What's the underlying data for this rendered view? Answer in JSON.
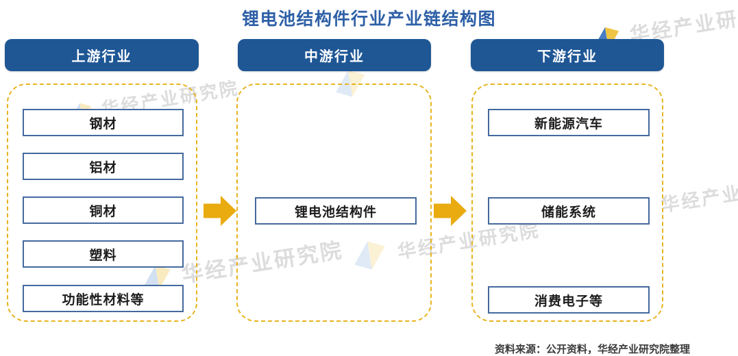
{
  "title": "锂电池结构件行业产业链结构图",
  "columns": [
    {
      "header": "上游行业",
      "items": [
        "钢材",
        "铝材",
        "铜材",
        "塑料",
        "功能性材料等"
      ]
    },
    {
      "header": "中游行业",
      "items": [
        "锂电池结构件"
      ]
    },
    {
      "header": "下游行业",
      "items": [
        "新能源汽车",
        "储能系统",
        "消费电子等"
      ]
    }
  ],
  "arrows": [
    "upstream-to-midstream",
    "midstream-to-downstream"
  ],
  "footer": {
    "source_text": "资料来源：公开资料，华经产业研究院整理"
  },
  "watermark": {
    "text": "华经产业研究院"
  },
  "colors": {
    "title_blue": "#2d5fa6",
    "header_bar_blue": "#1f5795",
    "box_border_blue": "#44699e",
    "dashed_gold": "#e7b41f",
    "arrow_gold": "#e9ab10",
    "watermark_gray": "#c6c6c6"
  }
}
